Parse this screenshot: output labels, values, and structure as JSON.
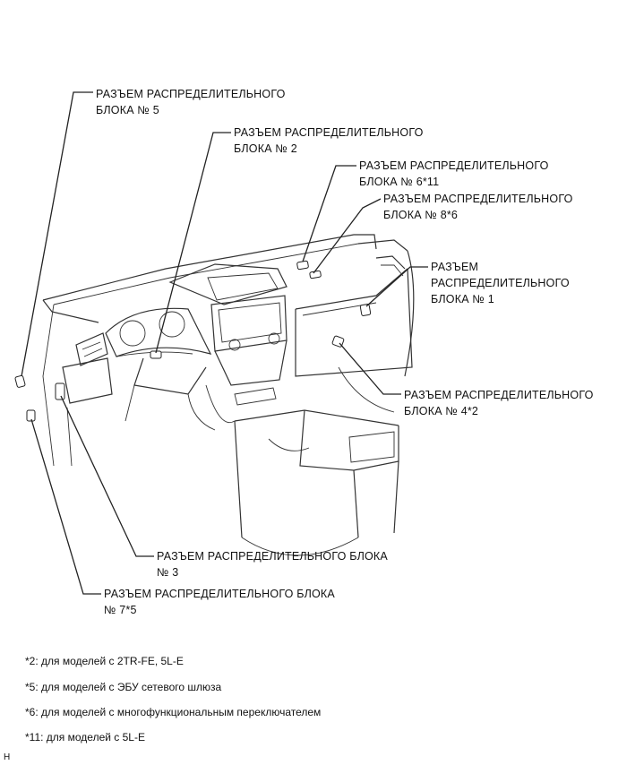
{
  "labels": {
    "c5": "РАЗЪЕМ РАСПРЕДЕЛИТЕЛЬНОГО\nБЛОКА № 5",
    "c2": "РАЗЪЕМ РАСПРЕДЕЛИТЕЛЬНОГО\nБЛОКА № 2",
    "c6": "РАЗЪЕМ РАСПРЕДЕЛИТЕЛЬНОГО\nБЛОКА № 6*11",
    "c8": "РАЗЪЕМ РАСПРЕДЕЛИТЕЛЬНОГО\nБЛОКА № 8*6",
    "c1": "РАЗЪЕМ\nРАСПРЕДЕЛИТЕЛЬНОГО\nБЛОКА № 1",
    "c4": "РАЗЪЕМ РАСПРЕДЕЛИТЕЛЬНОГО\nБЛОКА № 4*2",
    "c3": "РАЗЪЕМ РАСПРЕДЕЛИТЕЛЬНОГО БЛОКА\n№ 3",
    "c7": "РАЗЪЕМ РАСПРЕДЕЛИТЕЛЬНОГО БЛОКА\n№ 7*5"
  },
  "notes": [
    "*2: для моделей с 2TR-FE, 5L-E",
    "*5: для моделей с ЭБУ сетевого шлюза",
    "*6: для моделей с многофункциональным переключателем",
    "*11: для моделей с 5L-E"
  ],
  "figure_id": "H"
}
